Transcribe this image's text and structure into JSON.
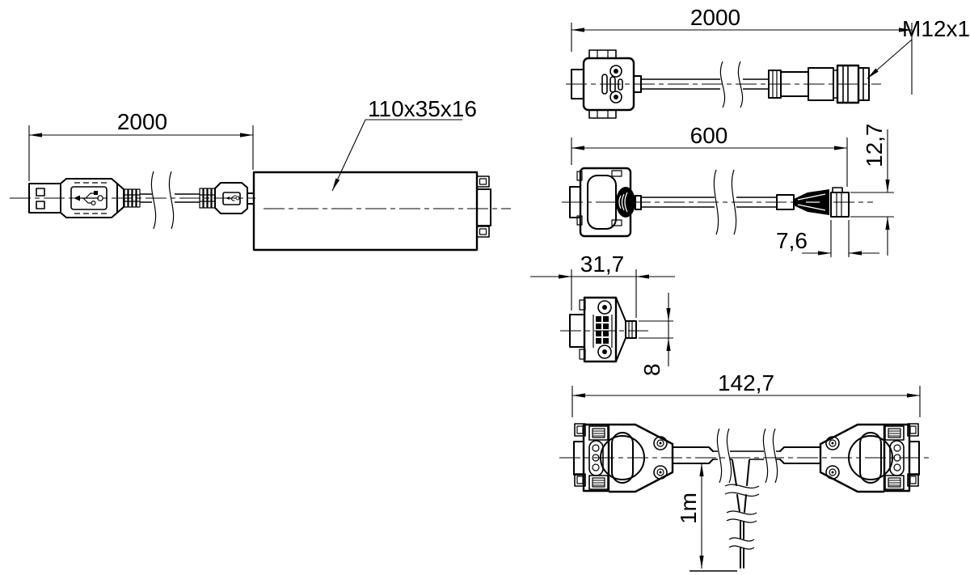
{
  "drawing": {
    "type": "technical-dimension-drawing",
    "background_color": "#ffffff",
    "line_color": "#000000",
    "views": {
      "usb_converter": {
        "description": "USB-A cable into converter box, side view",
        "cable_length": "2000",
        "box_size": "110x35x16"
      },
      "m12_cable": {
        "description": "D-sub to M12 circular connector cable",
        "cable_length": "2000",
        "thread": "M12x1"
      },
      "plug_cable": {
        "description": "D-sub hood to modular plug cable",
        "cable_length": "600",
        "plug_height": "12,7",
        "plug_length": "7,6"
      },
      "adapter_side": {
        "description": "D-sub adapter side view",
        "width": "31,7",
        "jack_height": "8"
      },
      "y_cable": {
        "description": "Y-cable with two D-sub connectors and branch",
        "total_length": "142,7",
        "branch_length": "1m"
      }
    }
  }
}
